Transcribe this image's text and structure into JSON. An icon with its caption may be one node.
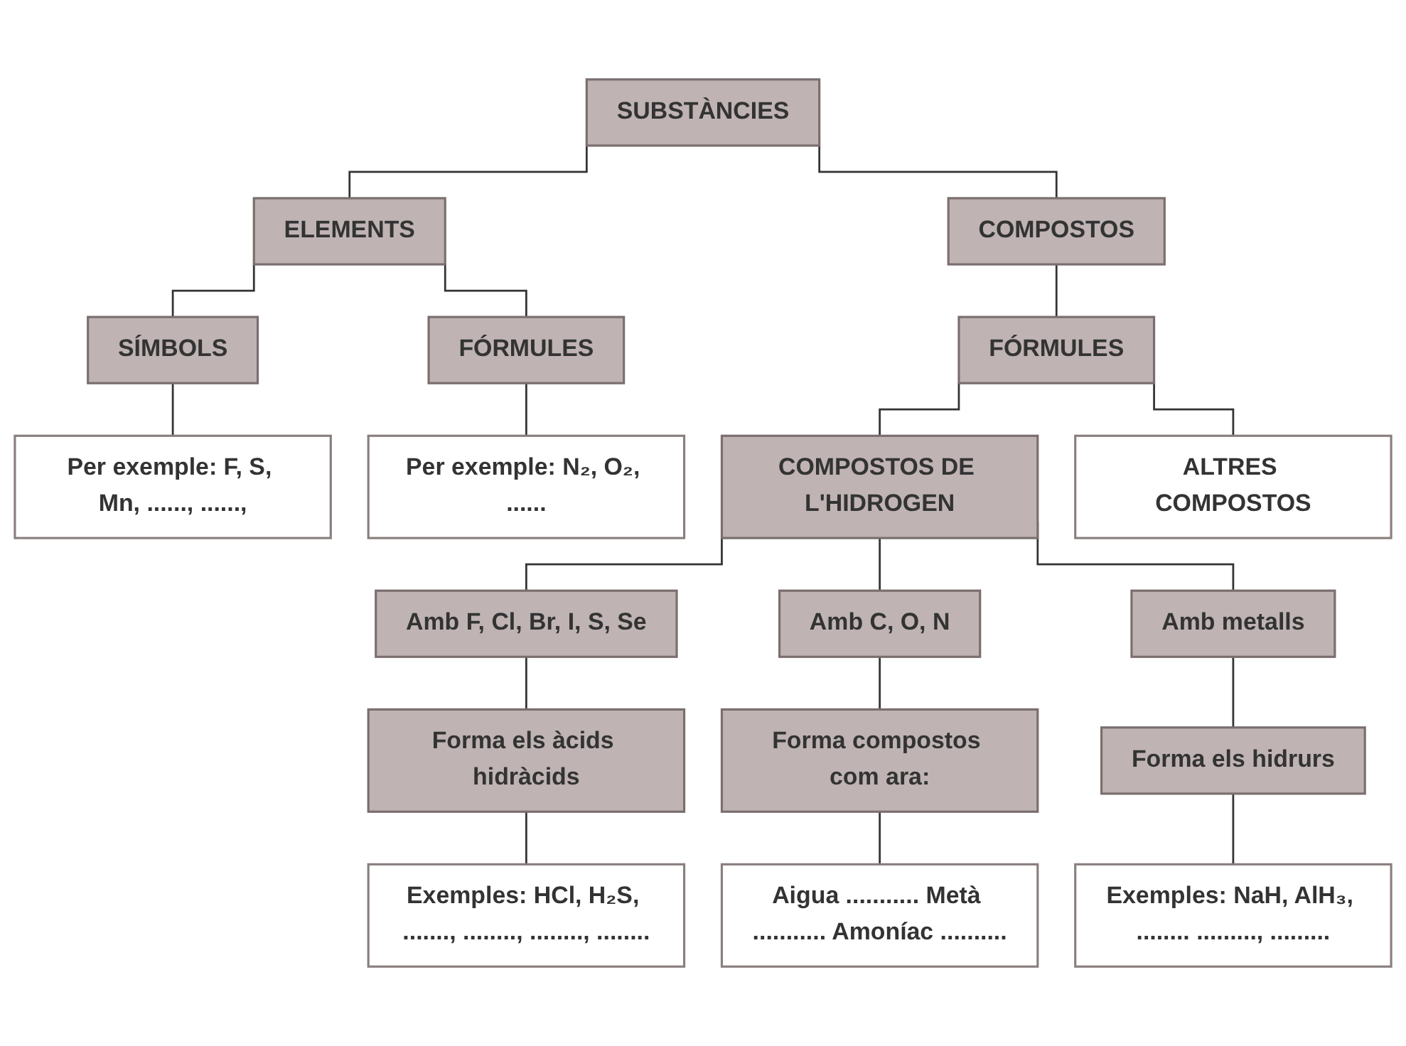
{
  "diagram": {
    "nodes": [
      {
        "text": [
          "SUBSTÀNCIES"
        ]
      },
      {
        "text": [
          "ELEMENTS"
        ]
      },
      {
        "text": [
          "COMPOSTOS"
        ]
      },
      {
        "text": [
          "SÍMBOLS"
        ]
      },
      {
        "text": [
          "FÓRMULES"
        ]
      },
      {
        "text": [
          "FÓRMULES"
        ]
      },
      {
        "text": [
          "Per exemple: F, S, Mn, ......, ......,"
        ]
      },
      {
        "text": [
          "Per exemple: N₂, O₂, ......"
        ]
      },
      {
        "text": [
          "COMPOSTOS DE L'HIDROGEN"
        ]
      },
      {
        "text": [
          "ALTRES COMPOSTOS"
        ]
      },
      {
        "text": [
          "Amb F, Cl, Br, I, S, Se"
        ]
      },
      {
        "text": [
          "Amb C, O, N"
        ]
      },
      {
        "text": [
          "Amb metalls"
        ]
      },
      {
        "text": [
          "Forma els àcids hidràcids"
        ]
      },
      {
        "text": [
          "Forma compostos com ara:"
        ]
      },
      {
        "text": [
          "Forma els hidrurs"
        ]
      },
      {
        "text": [
          "Exemples: HCl, H₂S, ......., ........, ........, ........"
        ]
      },
      {
        "text": [
          "Aigua ........... Metà ........... Amoníac .........."
        ]
      },
      {
        "text": [
          "Exemples: NaH, AlH₃, ........ ........., ........."
        ]
      }
    ],
    "edges": [
      {
        "from": 0,
        "to": 1,
        "arrow": "none"
      },
      {
        "from": 0,
        "to": 2,
        "arrow": "none"
      },
      {
        "from": 1,
        "to": 3,
        "arrow": "none"
      },
      {
        "from": 1,
        "to": 4,
        "arrow": "none"
      },
      {
        "from": 2,
        "to": 5,
        "arrow": "none"
      },
      {
        "from": 3,
        "to": 6,
        "arrow": "none"
      },
      {
        "from": 4,
        "to": 7,
        "arrow": "none"
      },
      {
        "from": 5,
        "to": 8,
        "arrow": "none"
      },
      {
        "from": 5,
        "to": 9,
        "arrow": "none"
      },
      {
        "from": 8,
        "to": 10,
        "arrow": "none"
      },
      {
        "from": 8,
        "to": 11,
        "arrow": "none"
      },
      {
        "from": 8,
        "to": 12,
        "arrow": "none"
      },
      {
        "from": 10,
        "to": 13,
        "arrow": "none"
      },
      {
        "from": 11,
        "to": 14,
        "arrow": "none"
      },
      {
        "from": 12,
        "to": 15,
        "arrow": "none"
      },
      {
        "from": 13,
        "to": 16,
        "arrow": "none"
      },
      {
        "from": 14,
        "to": 17,
        "arrow": "none"
      },
      {
        "from": 15,
        "to": 18,
        "arrow": "none"
      }
    ]
  }
}
